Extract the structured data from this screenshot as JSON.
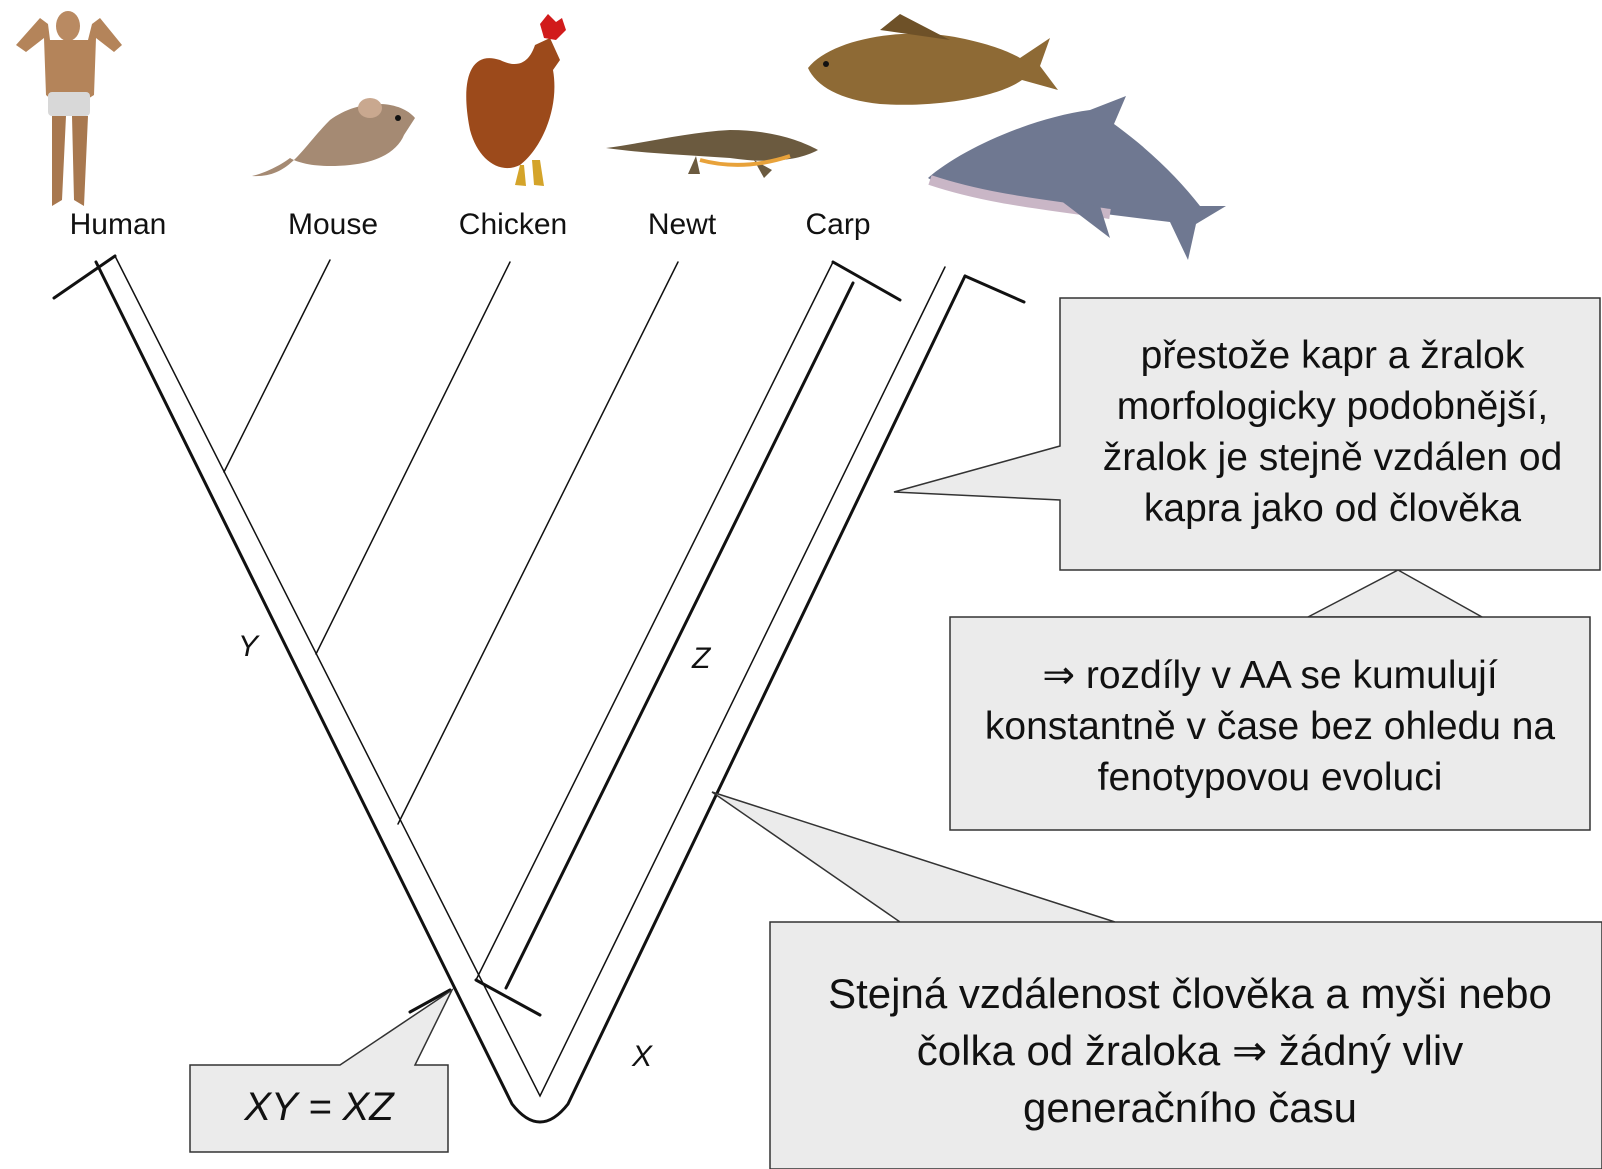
{
  "taxa": [
    {
      "name": "Human",
      "icon": "human-figure-icon"
    },
    {
      "name": "Mouse",
      "icon": "mouse-icon"
    },
    {
      "name": "Chicken",
      "icon": "chicken-icon"
    },
    {
      "name": "Newt",
      "icon": "newt-icon"
    },
    {
      "name": "Carp",
      "icon": "carp-icon"
    },
    {
      "name": "",
      "icon": "shark-icon"
    }
  ],
  "branch_labels": {
    "y": "Y",
    "z": "Z",
    "x": "X"
  },
  "callouts": {
    "top_right": "přestože kapr a žralok morfologicky podobnější, žralok je stejně vzdálen od kapra jako od člověka",
    "middle_right": "⇒ rozdíly v AA se kumulují konstantně v čase bez ohledu na fenotypovou evoluci",
    "bottom_right": "Stejná vzdálenost člověka a myši nebo čolka od žraloka ⇒ žádný vliv generačního času",
    "equation": "XY = XZ"
  },
  "colors": {
    "callout_fill": "#ebebeb",
    "line": "#111111"
  }
}
